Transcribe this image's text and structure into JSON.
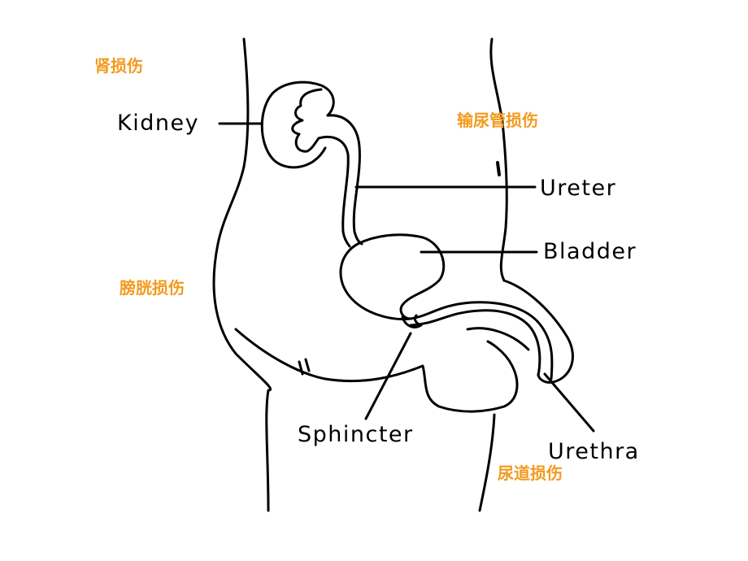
{
  "labels": {
    "kidney": "Kidney",
    "ureter": "Ureter",
    "bladder": "Bladder",
    "sphincter": "Sphincter",
    "urethra": "Urethra"
  },
  "notes": {
    "kidney_injury": "肾损伤",
    "ureter_injury": "输尿管损伤",
    "bladder_injury": "膀胱损伤",
    "urethra_injury": "尿道损伤"
  },
  "colors": {
    "line": "#000000",
    "note_text": "#f39a1e",
    "background": "#ffffff"
  }
}
